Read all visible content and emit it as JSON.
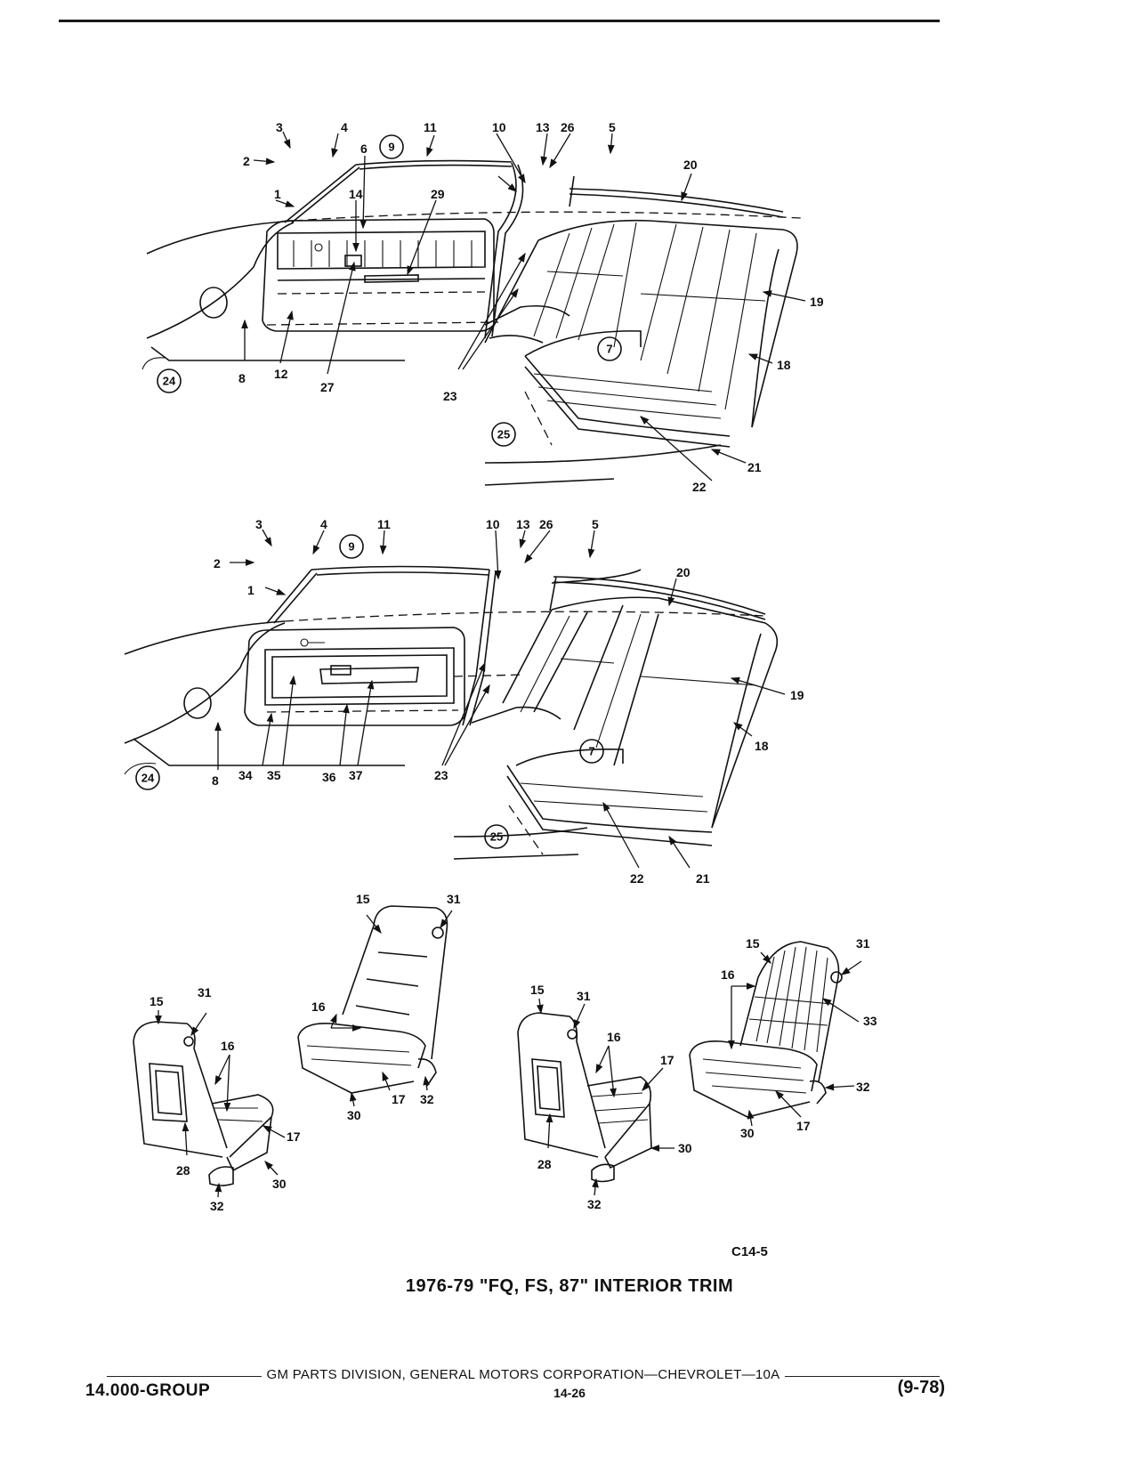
{
  "figure_code": "C14-5",
  "caption": "1976-79 \"FQ, FS, 87\" INTERIOR TRIM",
  "footer": {
    "publisher": "GM PARTS DIVISION, GENERAL MOTORS CORPORATION—CHEVROLET—10A",
    "group": "14.000-GROUP",
    "page": "14-26",
    "date": "(9-78)"
  },
  "top_view": {
    "labels": [
      "1",
      "2",
      "3",
      "4",
      "5",
      "6",
      "8",
      "10",
      "11",
      "12",
      "13",
      "14",
      "18",
      "19",
      "20",
      "21",
      "22",
      "23",
      "26",
      "27",
      "29"
    ],
    "circled": [
      "9",
      "7",
      "24",
      "25"
    ]
  },
  "middle_view": {
    "labels": [
      "1",
      "2",
      "3",
      "4",
      "5",
      "8",
      "10",
      "11",
      "13",
      "18",
      "19",
      "20",
      "21",
      "22",
      "23",
      "26",
      "34",
      "35",
      "36",
      "37"
    ],
    "circled": [
      "9",
      "7",
      "24",
      "25"
    ]
  },
  "seats": [
    {
      "labels": [
        "15",
        "31",
        "16",
        "17",
        "28",
        "30",
        "32"
      ]
    },
    {
      "labels": [
        "15",
        "31",
        "16",
        "17",
        "30",
        "32"
      ]
    },
    {
      "labels": [
        "15",
        "31",
        "16",
        "17",
        "28",
        "30",
        "32"
      ]
    },
    {
      "labels": [
        "15",
        "31",
        "16",
        "33",
        "17",
        "30",
        "32"
      ]
    }
  ]
}
